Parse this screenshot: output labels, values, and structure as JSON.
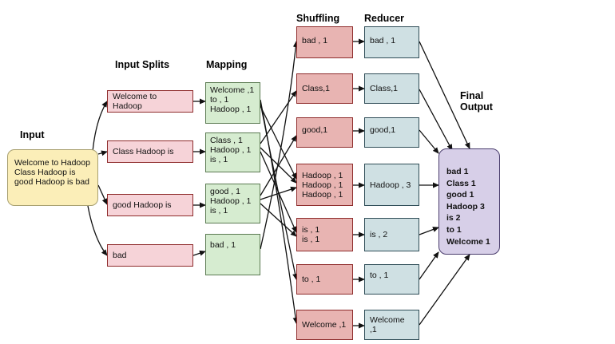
{
  "headers": {
    "input": "Input",
    "input_splits": "Input Splits",
    "mapping": "Mapping",
    "shuffling": "Shuffling",
    "reducer": "Reducer",
    "final_output": "Final\nOutput"
  },
  "input": "Welcome to Hadoop\nClass Hadoop is\ngood Hadoop is bad",
  "splits": [
    "Welcome to Hadoop",
    "Class Hadoop is",
    "good Hadoop is",
    "bad"
  ],
  "mapping": [
    "Welcome ,1\nto , 1\nHadoop , 1",
    "Class , 1\nHadoop , 1\nis , 1",
    "good , 1\nHadoop , 1\nis , 1",
    "bad , 1"
  ],
  "shuffling": [
    "bad , 1",
    "Class,1",
    "good,1",
    "Hadoop , 1\nHadoop , 1\nHadoop , 1",
    "is , 1\nis , 1",
    "to ,  1",
    "Welcome ,1"
  ],
  "reducer": [
    "bad ,  1",
    "Class,1",
    "good,1",
    "Hadoop , 3",
    "is , 2",
    "to ,  1",
    "Welcome ,1"
  ],
  "final_output": "bad 1\nClass 1\ngood 1\nHadoop 3\nis 2\nto 1\nWelcome 1",
  "colors": {
    "input_fill": "#fbeeb8",
    "split_fill": "#f6d3d8",
    "mapping_fill": "#d6ecd0",
    "shuffle_fill": "#e8b4b2",
    "reducer_fill": "#cfe0e3",
    "final_fill": "#d7cfe8"
  }
}
